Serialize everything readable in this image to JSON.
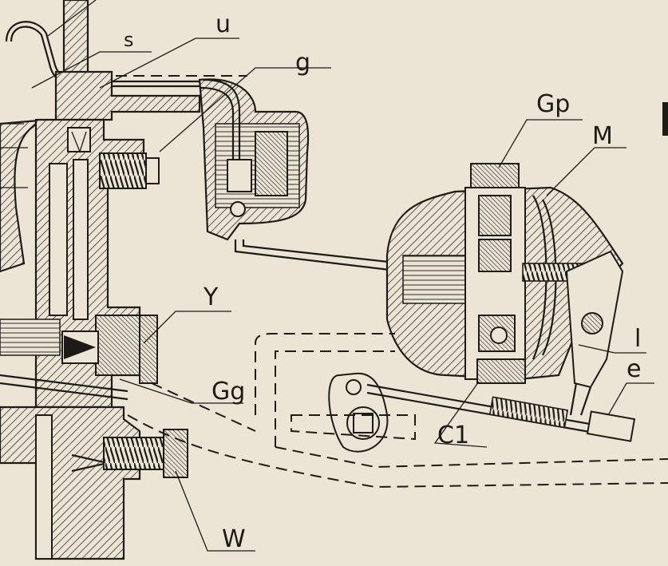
{
  "labels": {
    "s": "s",
    "u": "u",
    "g": "g",
    "gp": "Gp",
    "m": "M",
    "y": "Y",
    "l": "l",
    "e": "e",
    "gg": "Gg",
    "c1": "C1",
    "w": "W"
  }
}
